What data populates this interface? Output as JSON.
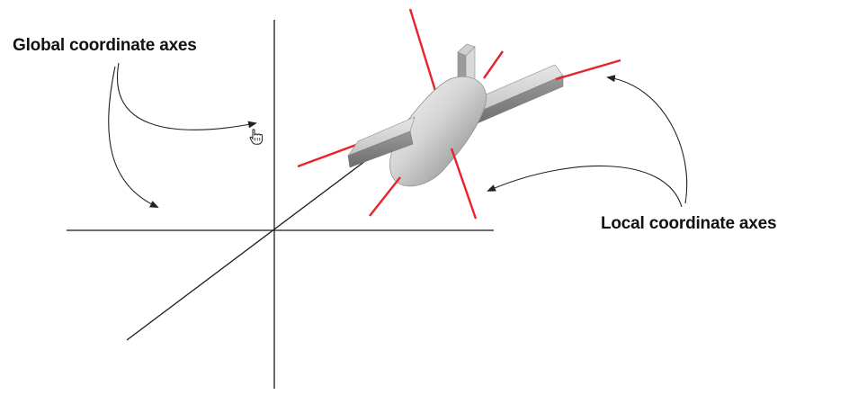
{
  "labels": {
    "global": "Global coordinate axes",
    "local": "Local coordinate axes"
  },
  "colors": {
    "axis": "#1a1a1a",
    "local_axis": "#e8232b",
    "annotation": "#222222",
    "background": "#ffffff"
  },
  "icons": {
    "cursor": "hand-cursor-icon",
    "aircraft": "aircraft-model"
  }
}
